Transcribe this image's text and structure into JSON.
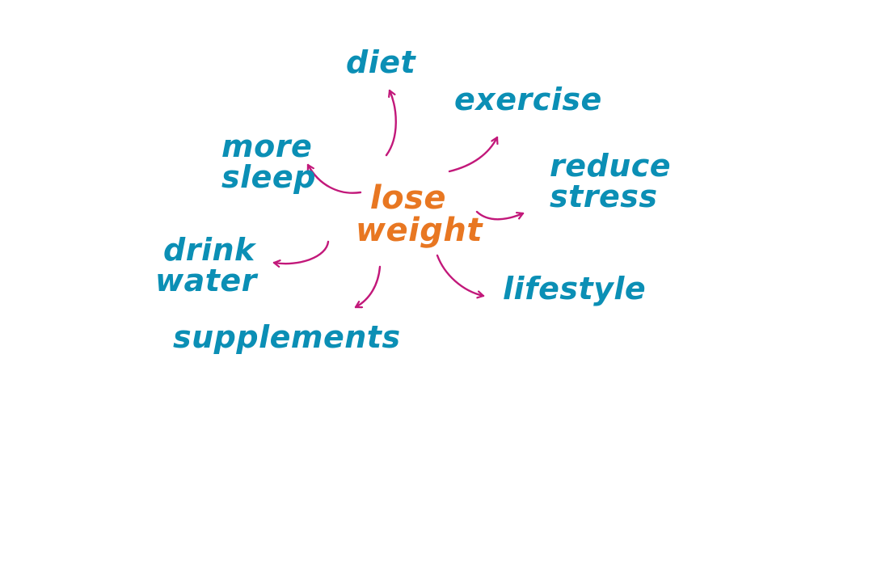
{
  "colors": {
    "center_text": "#e87722",
    "branch_text": "#0b8fb5",
    "arrow": "#c2187a",
    "background": "#ffffff"
  },
  "center": {
    "line1": "lose",
    "line2": "weight"
  },
  "branches": {
    "diet": "diet",
    "exercise": "exercise",
    "more_sleep_line1": "more",
    "more_sleep_line2": "sleep",
    "reduce_stress_line1": "reduce",
    "reduce_stress_line2": "stress",
    "drink_water_line1": "drink",
    "drink_water_line2": "water",
    "lifestyle": "lifestyle",
    "supplements": "supplements"
  }
}
